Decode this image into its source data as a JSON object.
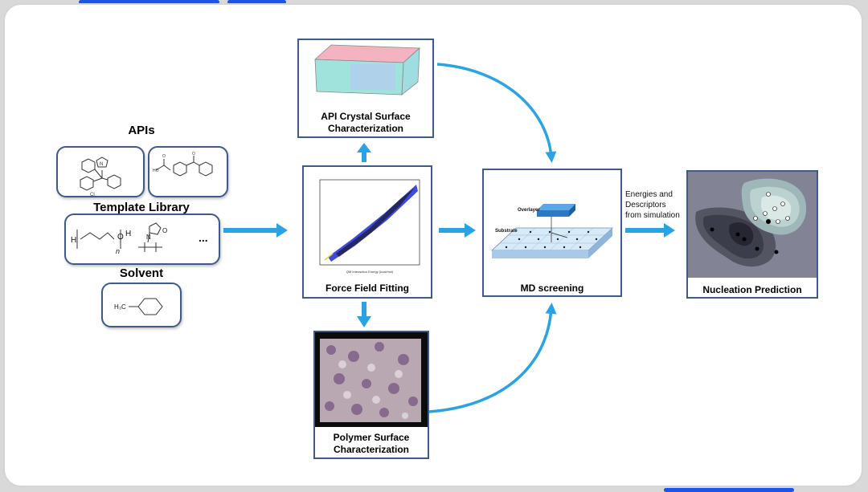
{
  "left_panel": {
    "apis_heading": "APIs",
    "template_heading": "Template Library",
    "template_ellipsis": "...",
    "solvent_heading": "Solvent",
    "solvent_label": "H₃C"
  },
  "steps": {
    "crystal": "API Crystal Surface\nCharacterization",
    "forcefield": "Force Field Fitting",
    "polymer": "Polymer Surface\nCharacterization",
    "md": "MD screening",
    "nucleation": "Nucleation Prediction"
  },
  "md_labels": {
    "overlayer": "Overlayer",
    "substrate": "Substrate"
  },
  "energies_note": "Energies and\nDescriptors\nfrom simulation",
  "colors": {
    "arrow": "#29a3e3",
    "border": "#3d5a8a",
    "accent": "#1a56e8"
  }
}
